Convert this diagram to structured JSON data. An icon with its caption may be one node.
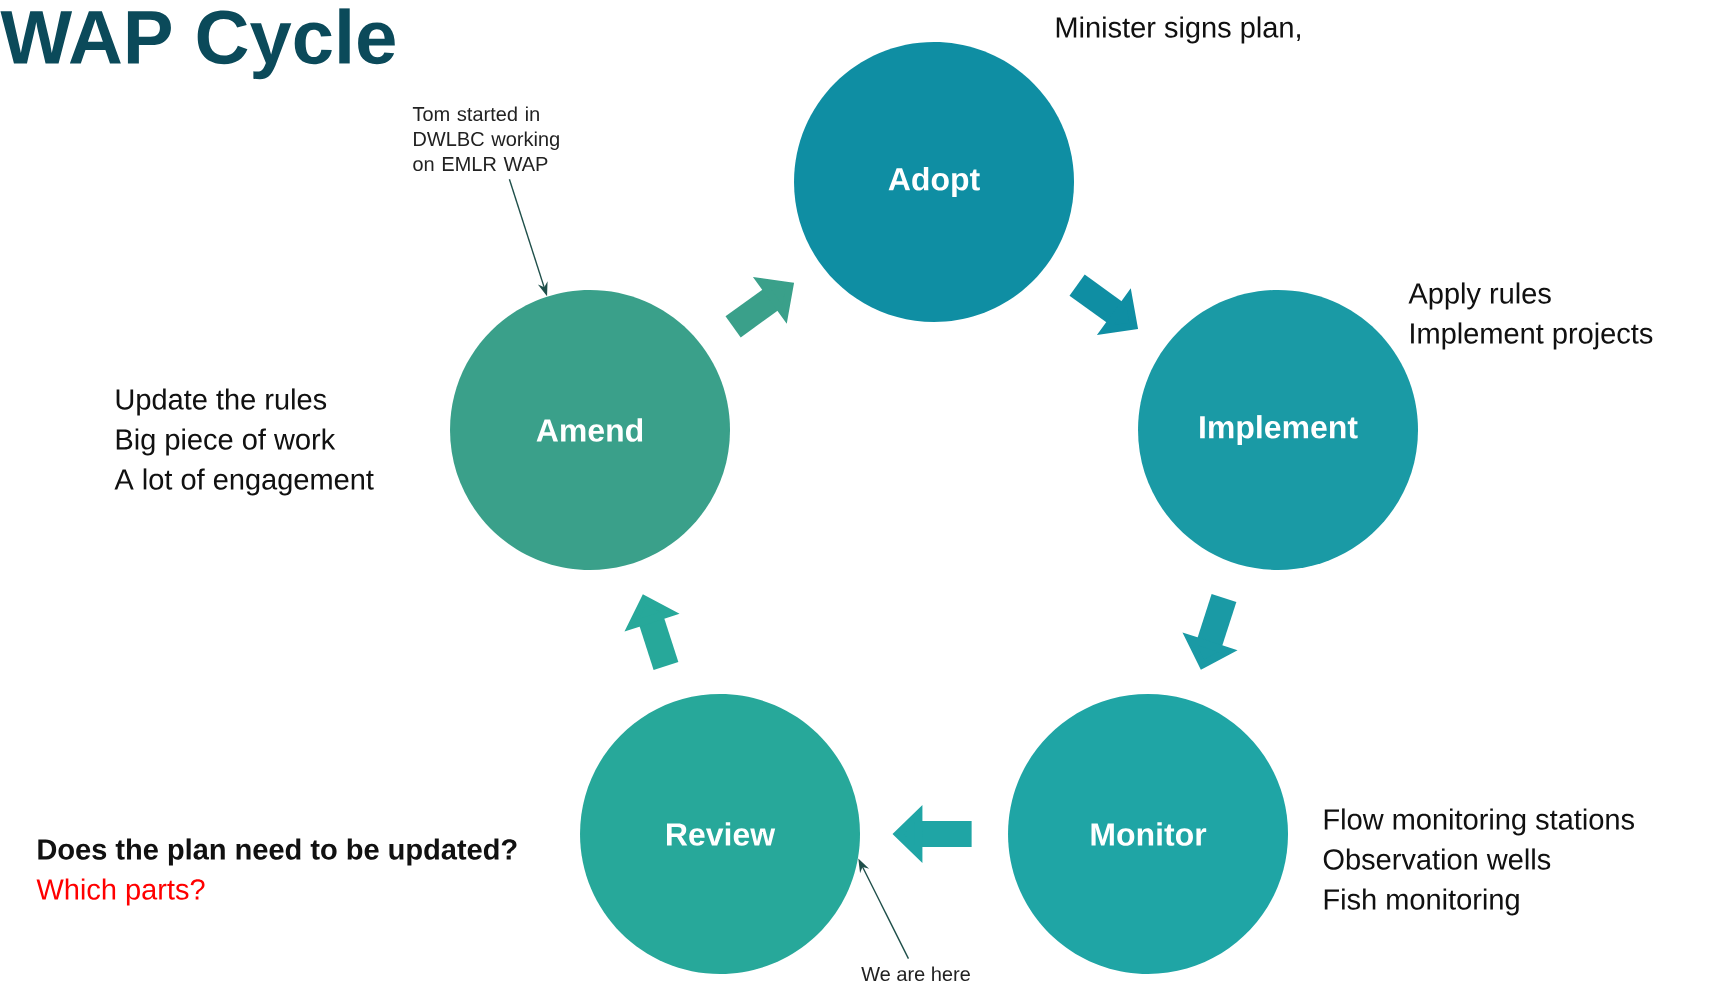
{
  "diagram": {
    "title": "WAP Cycle",
    "nodes": [
      {
        "text": [
          "Adopt"
        ],
        "beside": [
          "Minister signs plan,"
        ]
      },
      {
        "text": [
          "Implement"
        ],
        "beside": [
          "Apply rules",
          "Implement projects"
        ]
      },
      {
        "text": [
          "Monitor"
        ],
        "beside": [
          "Flow monitoring stations",
          "Observation wells",
          "Fish monitoring"
        ]
      },
      {
        "text": [
          "Review"
        ],
        "beside": [
          "Does the plan need to be updated?",
          "Which parts?"
        ]
      },
      {
        "text": [
          "Amend"
        ],
        "beside": [
          "Update the rules",
          "Big piece of work",
          "A lot of engagement"
        ]
      },
      {
        "text": [
          "Tom started in DWLBC working on EMLR WAP"
        ]
      },
      {
        "text": [
          "We are here"
        ]
      }
    ],
    "edges": [
      {
        "from": 0,
        "to": 1,
        "arrow": "to",
        "color": "#0f8ea3"
      },
      {
        "from": 1,
        "to": 2,
        "arrow": "to",
        "color": "#1a9aa5"
      },
      {
        "from": 2,
        "to": 3,
        "arrow": "to",
        "color": "#1fa5a5"
      },
      {
        "from": 3,
        "to": 4,
        "arrow": "to",
        "color": "#27a89a"
      },
      {
        "from": 4,
        "to": 0,
        "arrow": "to",
        "color": "#3aa08a"
      },
      {
        "from": 5,
        "to": 4,
        "arrow": "to"
      },
      {
        "from": 6,
        "to": 3,
        "arrow": "to"
      }
    ]
  }
}
